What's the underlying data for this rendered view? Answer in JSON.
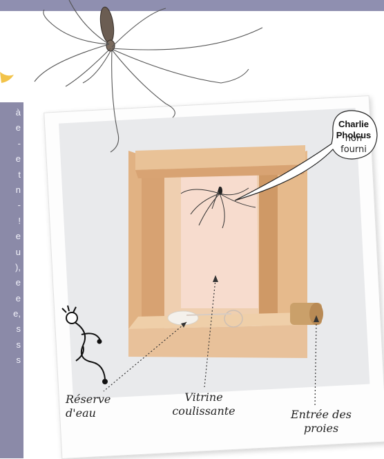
{
  "left_panel": {
    "lines": [
      "à",
      "e",
      "-",
      "e",
      "t",
      "n",
      "-",
      "!",
      "e",
      "u",
      "),",
      "e",
      "e",
      "e,",
      "s",
      "s",
      "s"
    ]
  },
  "labels": {
    "charlie": "Charlie Pholcus",
    "non_fourni": "non fourni",
    "reserve_line1": "Réserve",
    "reserve_line2": "d'eau",
    "vitrine_line1": "Vitrine",
    "vitrine_line2": "coulissante",
    "entree_line1": "Entrée des",
    "entree_line2": "proies"
  },
  "colors": {
    "banner": "#8f8fb0",
    "panel": "#8b8aa8",
    "wood": "#e3b585",
    "cork": "#caa06a"
  }
}
